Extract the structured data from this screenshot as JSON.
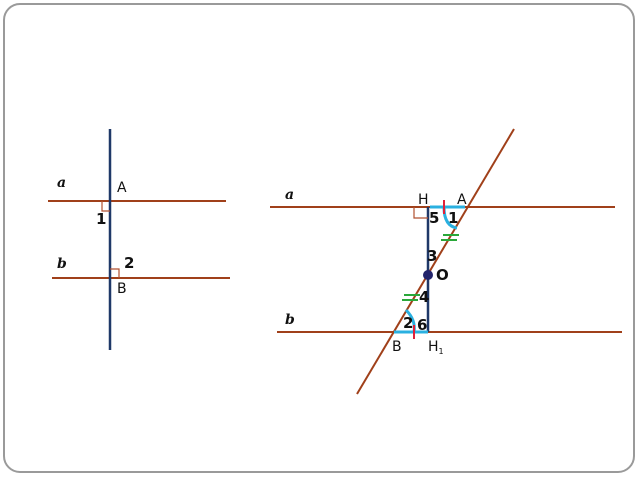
{
  "colors": {
    "line_parallel": "#a0401a",
    "line_perpendicular": "#1f3868",
    "angle_arc": "#2ab0e0",
    "tick_green": "#2aa83a",
    "tick_red": "#e0203a",
    "point_o": "#22236b",
    "right_angle": "#b05030"
  },
  "left_figure": {
    "line_a_label": "a",
    "line_b_label": "b",
    "point_a": "A",
    "point_b": "B",
    "angle_1": "1",
    "angle_2": "2"
  },
  "right_figure": {
    "line_a_label": "a",
    "line_b_label": "b",
    "point_h": "H",
    "point_a": "A",
    "point_o": "O",
    "point_b": "B",
    "point_h1": "H",
    "point_h1_sub": "1",
    "angle_1": "1",
    "angle_2": "2",
    "angle_3": "3",
    "angle_4": "4",
    "angle_5": "5",
    "angle_6": "6"
  }
}
